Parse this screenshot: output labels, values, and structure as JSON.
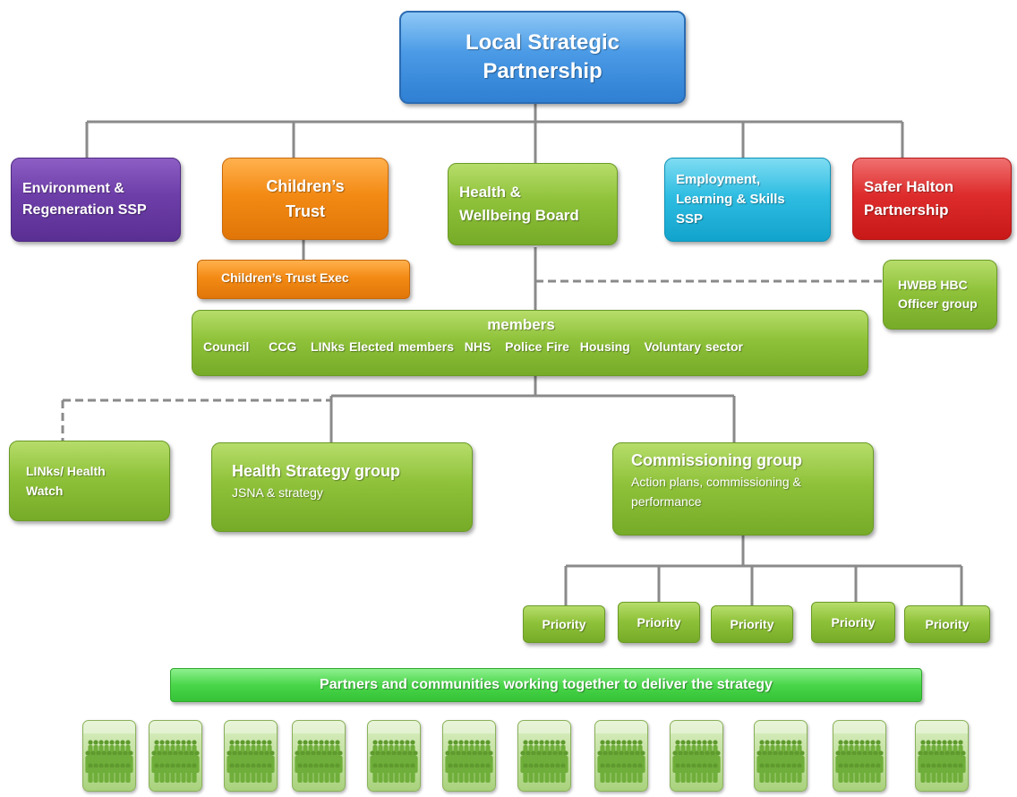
{
  "lsp": {
    "line1": "Local Strategic",
    "line2": "Partnership"
  },
  "env": {
    "line1": "Environment &",
    "line2": "Regeneration SSP"
  },
  "children": {
    "line1": "Children’s",
    "line2": "Trust"
  },
  "children_exec": "Children’s Trust Exec",
  "hwb": {
    "line1": "Health &",
    "line2": "Wellbeing Board"
  },
  "employment": {
    "line1": "Employment,",
    "line2": "Learning & Skills",
    "line3": "SSP"
  },
  "safer": {
    "line1": "Safer Halton",
    "line2": "Partnership"
  },
  "hwbb_officer": {
    "line1": "HWBB HBC",
    "line2": "Officer group"
  },
  "members": {
    "title": "members",
    "list": [
      "Council",
      "CCG",
      "LINks",
      "Elected members",
      "NHS",
      "Police",
      "Fire",
      "Housing",
      "Voluntary sector"
    ]
  },
  "links_hw": {
    "line1": "LINks/ Health",
    "line2": "Watch"
  },
  "health_strategy": {
    "title": "Health Strategy group",
    "sub": "JSNA & strategy"
  },
  "commissioning": {
    "title": "Commissioning group",
    "sub1": "Action plans, commissioning &",
    "sub2": "performance"
  },
  "priorities": [
    "Priority",
    "Priority",
    "Priority",
    "Priority",
    "Priority"
  ],
  "partners_banner": "Partners and communities working together to deliver the strategy",
  "people_icon": "people-group-icon",
  "colors": {
    "lsp": "#4a9ae6",
    "environment": "#6d3ea8",
    "children": "#f38a14",
    "hwb": "#8fc23a",
    "employment": "#2fbde2",
    "safer": "#de2c2c",
    "banner": "#4ad64a",
    "connector": "#808080"
  }
}
